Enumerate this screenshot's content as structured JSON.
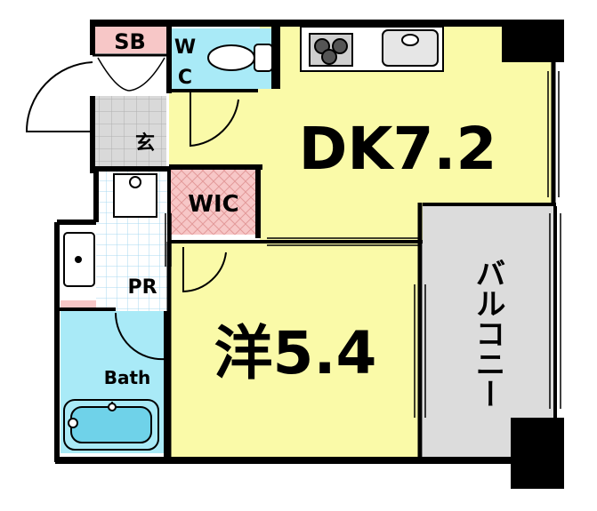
{
  "floorplan": {
    "rooms": {
      "sb": "SB",
      "wc_line1": "W",
      "wc_line2": "C",
      "genkan": "玄",
      "wic": "WIC",
      "dk": "DK7.2",
      "pr": "PR",
      "bath": "Bath",
      "western": "洋5.4",
      "balcony": "バルコニー"
    },
    "colors": {
      "living": "#fafaa8",
      "wet": "#a9eaf7",
      "storage_pink": "#f7c7c7",
      "genkan_tile": "#d9d9d9",
      "balcony": "#dcdcdc",
      "wall": "#000000"
    }
  }
}
